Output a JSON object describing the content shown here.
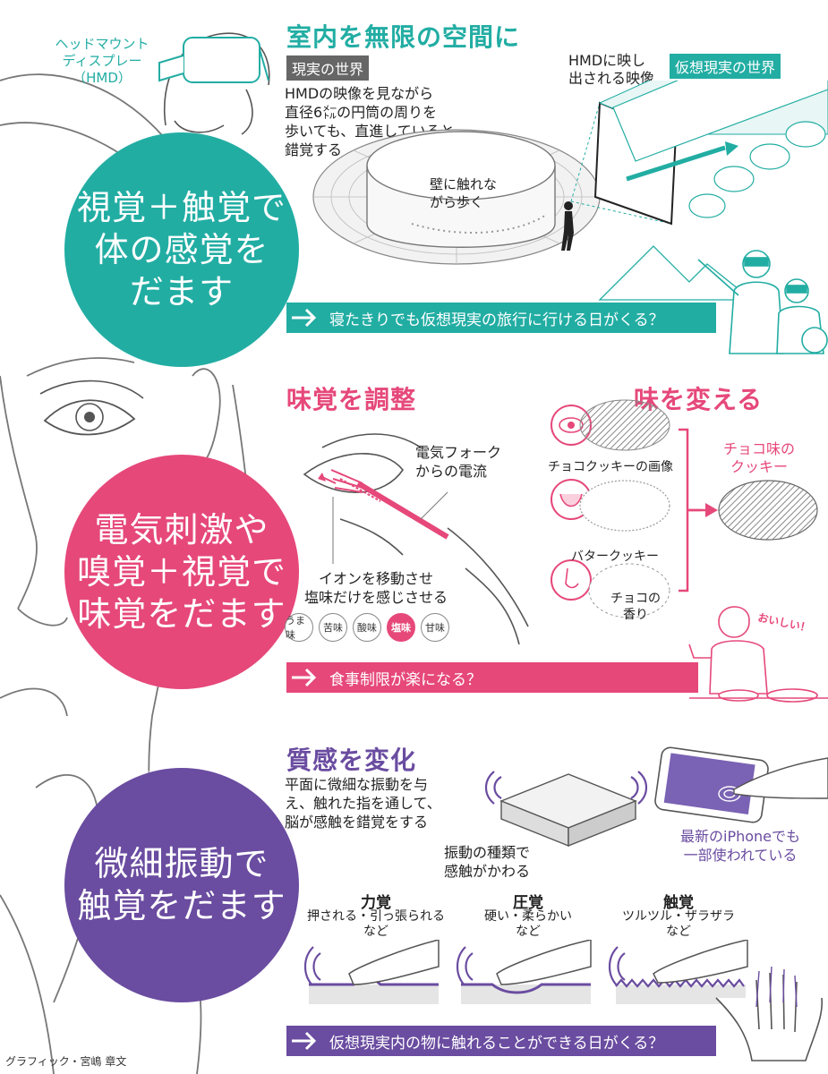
{
  "hmd_label": [
    "ヘッドマウント",
    "ディスプレー",
    "（HMD）"
  ],
  "circles": {
    "sight": [
      "視覚＋触覚で",
      "体の感覚を",
      "だます"
    ],
    "taste": [
      "電気刺激や",
      "嗅覚＋視覚で",
      "味覚をだます"
    ],
    "touch": [
      "微細振動で",
      "触覚をだます"
    ]
  },
  "vr": {
    "title": "室内を無限の空間に",
    "real_world_tag": "現実の世界",
    "virtual_world_tag": "仮想現実の世界",
    "hmd_projection": [
      "HMDに映し",
      "出される映像"
    ],
    "description": [
      "HMDの映像を見ながら",
      "直径6㍍の円筒の周りを",
      "歩いても、直進していると",
      "錯覚する"
    ],
    "walk_label": [
      "壁に触れな",
      "がら歩く"
    ],
    "banner": "寝たきりでも仮想現実の旅行に行ける日がくる？"
  },
  "taste": {
    "title_adjust": "味覚を調整",
    "title_change": "味を変える",
    "fork_label": [
      "電気フォーク",
      "からの電流"
    ],
    "ion_label": [
      "イオンを移動させ",
      "塩味だけを感じさせる"
    ],
    "tastes": [
      "うま味",
      "苦味",
      "酸味",
      "塩味",
      "甘味"
    ],
    "active_taste": "塩味",
    "choco_image": "チョコクッキーの画像",
    "butter_cookie": "バタークッキー",
    "choco_scent": [
      "チョコの",
      "香り"
    ],
    "result": [
      "チョコ味の",
      "クッキー"
    ],
    "exclaim": "おいしい！",
    "banner": "食事制限が楽になる？"
  },
  "touch": {
    "title": "質感を変化",
    "description": [
      "平面に微細な振動を与",
      "え、触れた指を通して、",
      "脳が感触を錯覚をする"
    ],
    "vibration_label": [
      "振動の種類で",
      "感触がかわる"
    ],
    "iphone_label": [
      "最新のiPhoneでも",
      "一部使われている"
    ],
    "senses": [
      {
        "name": "力覚",
        "desc": [
          "押される・引っ張られる",
          "など"
        ]
      },
      {
        "name": "圧覚",
        "desc": [
          "硬い・柔らかい",
          "など"
        ]
      },
      {
        "name": "触覚",
        "desc": [
          "ツルツル・ザラザラ",
          "など"
        ]
      }
    ],
    "banner": "仮想現実内の物に触れることができる日がくる？"
  },
  "credit": "グラフィック・宮嶋 章文",
  "colors": {
    "teal": "#22ada3",
    "pink": "#e6487a",
    "purple": "#6a4ca0"
  }
}
